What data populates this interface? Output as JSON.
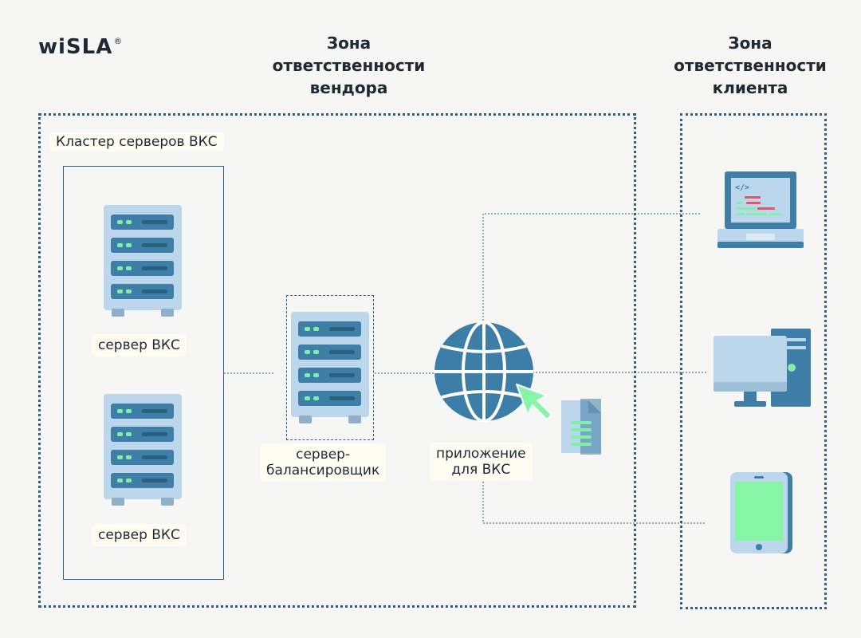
{
  "logo": {
    "text": "wiSLA",
    "mark": "®"
  },
  "zones": {
    "vendor": {
      "title_line1": "Зона",
      "title_line2": "ответственности",
      "title_line3": "вендора"
    },
    "client": {
      "title_line1": "Зона",
      "title_line2": "ответственности",
      "title_line3": "клиента"
    }
  },
  "cluster": {
    "label": "Кластер серверов ВКС"
  },
  "servers": [
    {
      "label": "сервер ВКС",
      "icon": "server-rack-icon"
    },
    {
      "label": "сервер ВКС",
      "icon": "server-rack-icon"
    }
  ],
  "balancer": {
    "label_line1": "сервер-",
    "label_line2": "балансировщик",
    "icon": "server-rack-icon"
  },
  "app": {
    "label_line1": "приложение",
    "label_line2": "для ВКС",
    "icon": "globe-icon",
    "pointer_icon": "cursor-arrow-icon",
    "doc_icon": "document-icon"
  },
  "clients": [
    {
      "icon": "laptop-icon"
    },
    {
      "icon": "desktop-computer-icon"
    },
    {
      "icon": "tablet-icon"
    }
  ],
  "colors": {
    "accent": "#2f5f7e",
    "server_body": "#bcd6ec",
    "server_unit": "#3f7ea6",
    "led": "#7ff0a8",
    "tablet_screen": "#86f5a6",
    "label_bg": "#fffdf2"
  }
}
